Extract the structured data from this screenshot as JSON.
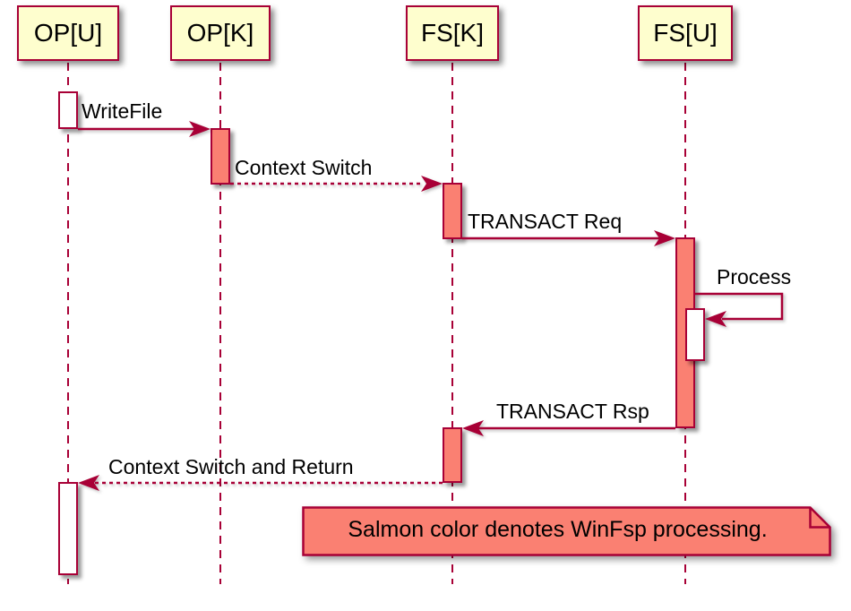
{
  "diagram": {
    "type": "uml-sequence",
    "participants": [
      {
        "id": "op-u",
        "label": "OP[U]"
      },
      {
        "id": "op-k",
        "label": "OP[K]"
      },
      {
        "id": "fs-k",
        "label": "FS[K]"
      },
      {
        "id": "fs-u",
        "label": "FS[U]"
      }
    ],
    "messages": [
      {
        "label": "WriteFile",
        "from": "OP[U]",
        "to": "OP[K]",
        "line": "solid",
        "direction": "right"
      },
      {
        "label": "Context Switch",
        "from": "OP[K]",
        "to": "FS[K]",
        "line": "dashed",
        "direction": "right"
      },
      {
        "label": "TRANSACT Req",
        "from": "FS[K]",
        "to": "FS[U]",
        "line": "solid",
        "direction": "right"
      },
      {
        "label": "Process",
        "from": "FS[U]",
        "to": "FS[U]",
        "line": "solid",
        "direction": "self"
      },
      {
        "label": "TRANSACT Rsp",
        "from": "FS[U]",
        "to": "FS[K]",
        "line": "solid",
        "direction": "left"
      },
      {
        "label": "Context Switch and Return",
        "from": "FS[K]",
        "to": "OP[U]",
        "line": "dashed",
        "direction": "left"
      }
    ],
    "note": {
      "text": "Salmon color denotes WinFsp processing."
    },
    "colors": {
      "participant_fill": "#FEFECE",
      "border_and_lines": "#A80036",
      "salmon_processing": "#FA8072",
      "inactive_fill": "#FFFFFF",
      "text": "#000000",
      "background": "#FFFFFF"
    }
  }
}
